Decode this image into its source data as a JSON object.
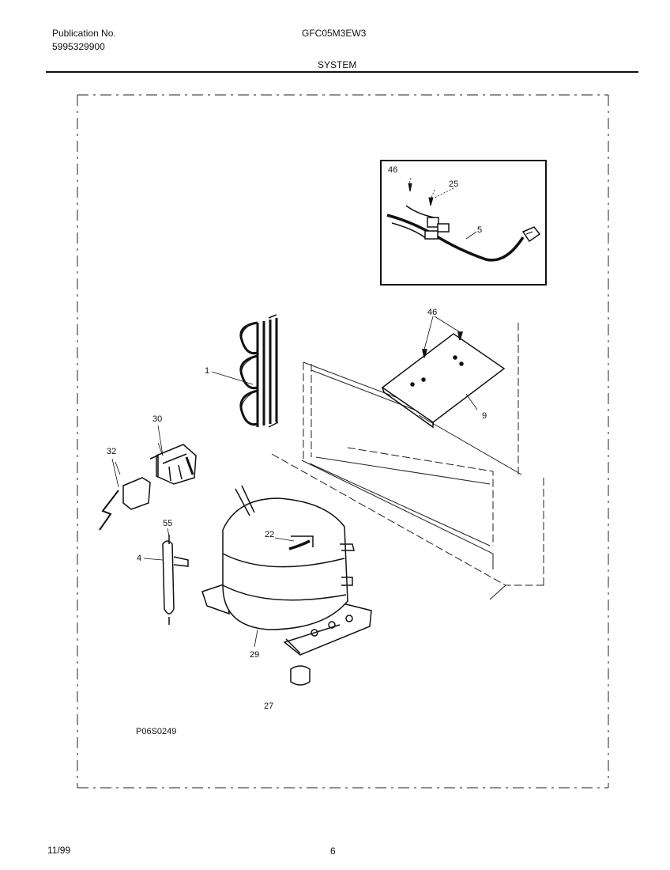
{
  "header": {
    "publication_label": "Publication No.",
    "publication_number": "5995329900",
    "model": "GFC05M3EW3",
    "section_title": "SYSTEM"
  },
  "callouts": {
    "c1": "1",
    "c4": "4",
    "c5": "5",
    "c9": "9",
    "c22": "22",
    "c25": "25",
    "c27": "27",
    "c29": "29",
    "c30": "30",
    "c32": "32",
    "c46_inset": "46",
    "c46_main": "46",
    "c55": "55"
  },
  "drawing_code": "P06S0249",
  "footer": {
    "date": "11/99",
    "page": "6"
  }
}
